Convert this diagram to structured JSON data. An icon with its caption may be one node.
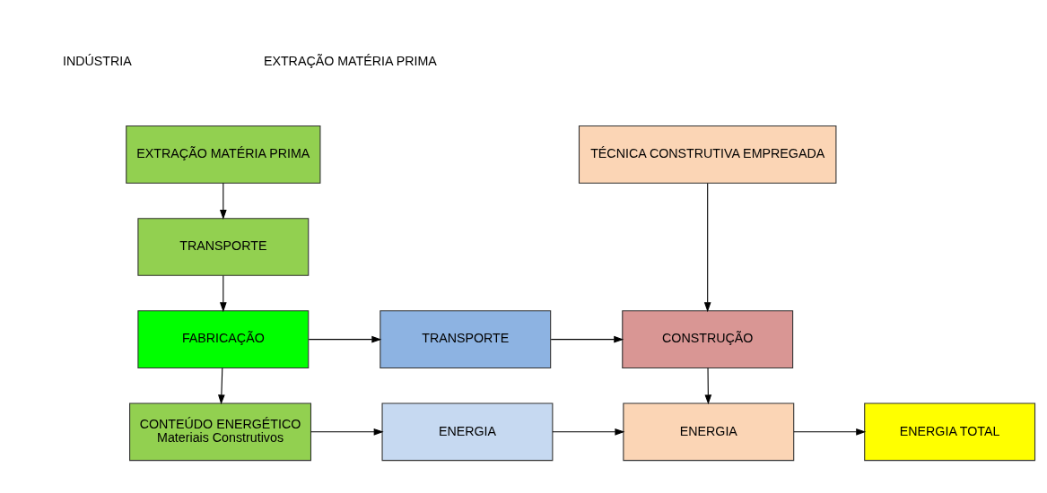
{
  "diagram": {
    "nodes": [
      {
        "text": [
          "EXTRAÇÃO MATÉRIA PRIMA"
        ]
      },
      {
        "text": [
          "TRANSPORTE"
        ]
      },
      {
        "text": [
          "FABRICAÇÃO"
        ]
      },
      {
        "text": [
          "CONTEÚDO ENERGÉTICO",
          "Materiais Construtivos"
        ]
      },
      {
        "text": [
          "TRANSPORTE"
        ]
      },
      {
        "text": [
          "ENERGIA"
        ]
      },
      {
        "text": [
          "TÉCNICA CONSTRUTIVA EMPREGADA"
        ]
      },
      {
        "text": [
          "CONSTRUÇÃO"
        ]
      },
      {
        "text": [
          "ENERGIA"
        ]
      },
      {
        "text": [
          "ENERGIA TOTAL"
        ]
      }
    ],
    "edges": [
      {
        "from": 0,
        "to": 1,
        "arrow": "to"
      },
      {
        "from": 1,
        "to": 2,
        "arrow": "to"
      },
      {
        "from": 2,
        "to": 3,
        "arrow": "to"
      },
      {
        "from": 2,
        "to": 4,
        "arrow": "to"
      },
      {
        "from": 4,
        "to": 7,
        "arrow": "to"
      },
      {
        "from": 6,
        "to": 7,
        "arrow": "to"
      },
      {
        "from": 7,
        "to": 8,
        "arrow": "to"
      },
      {
        "from": 3,
        "to": 5,
        "arrow": "to"
      },
      {
        "from": 5,
        "to": 8,
        "arrow": "to"
      },
      {
        "from": 8,
        "to": 9,
        "arrow": "to"
      }
    ],
    "labels": [
      "INDÚSTRIA",
      "EXTRAÇÃO MATÉRIA PRIMA"
    ]
  }
}
